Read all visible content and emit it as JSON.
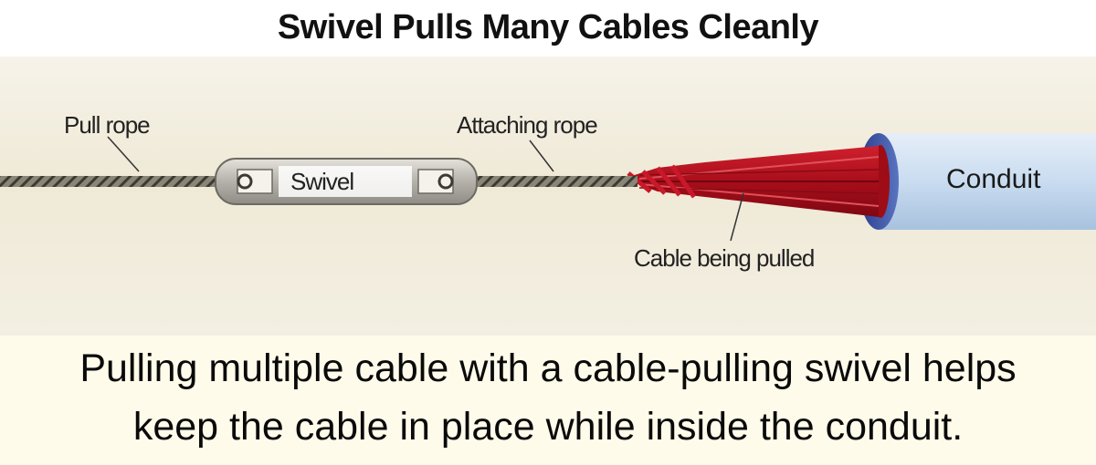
{
  "title": "Swivel Pulls Many Cables Cleanly",
  "labels": {
    "pull_rope": "Pull rope",
    "swivel": "Swivel",
    "attaching_rope": "Attaching rope",
    "conduit": "Conduit",
    "cable": "Cable being pulled"
  },
  "caption": {
    "line1": "Pulling multiple cable with a cable-pulling swivel helps",
    "line2": "keep the cable in place while inside the conduit."
  },
  "colors": {
    "cable": "#b8101c",
    "conduit": "#c9dcf0",
    "rope": "#5a5a50"
  }
}
